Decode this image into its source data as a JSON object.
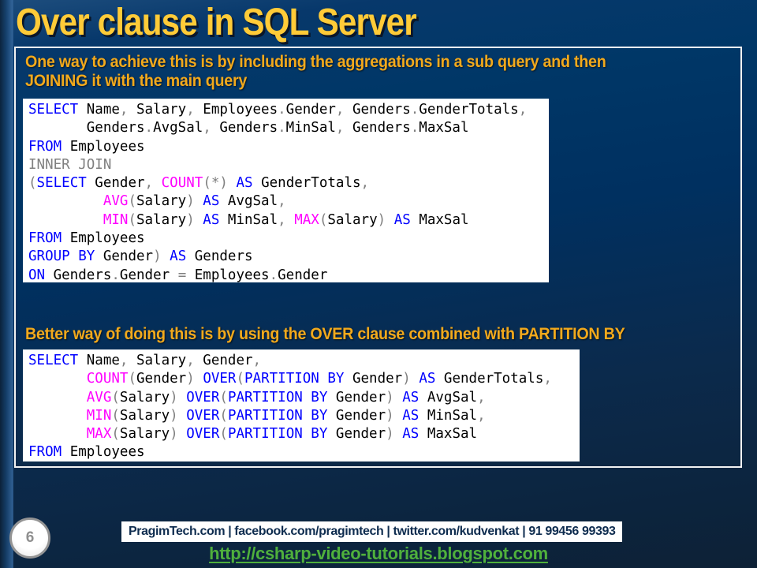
{
  "title": "Over clause in SQL Server",
  "colors": {
    "background_top": "#003767",
    "background_bottom": "#0d2136",
    "title_yellow": "#FFCB38",
    "body_amber": "#F2A91C",
    "code_keyword_blue": "#0000FF",
    "code_function_magenta": "#FF00FF",
    "code_gray": "#808080",
    "code_plain_black": "#000000",
    "code_background": "#FFFFFF",
    "box_border_white": "#F2F2F2",
    "footer_text_navy": "#0E2C4F",
    "link_green": "#4FB03C"
  },
  "content": {
    "para1_line1": "One way to achieve this is by including the aggregations in a sub query and then",
    "para1_line2": "JOINING it with the main query",
    "para2": "Better way of doing this is by using the OVER clause combined with PARTITION BY"
  },
  "code_blocks": [
    {
      "name": "subquery-join-example",
      "lines": [
        [
          {
            "t": "SELECT",
            "c": "kw"
          },
          {
            "t": " Name",
            "c": "tx"
          },
          {
            "t": ",",
            "c": "gy"
          },
          {
            "t": " Salary",
            "c": "tx"
          },
          {
            "t": ",",
            "c": "gy"
          },
          {
            "t": " Employees",
            "c": "tx"
          },
          {
            "t": ".",
            "c": "gy"
          },
          {
            "t": "Gender",
            "c": "tx"
          },
          {
            "t": ",",
            "c": "gy"
          },
          {
            "t": " Genders",
            "c": "tx"
          },
          {
            "t": ".",
            "c": "gy"
          },
          {
            "t": "GenderTotals",
            "c": "tx"
          },
          {
            "t": ",",
            "c": "gy"
          }
        ],
        [
          {
            "t": "       Genders",
            "c": "tx"
          },
          {
            "t": ".",
            "c": "gy"
          },
          {
            "t": "AvgSal",
            "c": "tx"
          },
          {
            "t": ",",
            "c": "gy"
          },
          {
            "t": " Genders",
            "c": "tx"
          },
          {
            "t": ".",
            "c": "gy"
          },
          {
            "t": "MinSal",
            "c": "tx"
          },
          {
            "t": ",",
            "c": "gy"
          },
          {
            "t": " Genders",
            "c": "tx"
          },
          {
            "t": ".",
            "c": "gy"
          },
          {
            "t": "MaxSal",
            "c": "tx"
          }
        ],
        [
          {
            "t": "FROM",
            "c": "kw"
          },
          {
            "t": " Employees",
            "c": "tx"
          }
        ],
        [
          {
            "t": "INNER JOIN",
            "c": "gy"
          }
        ],
        [
          {
            "t": "(",
            "c": "gy"
          },
          {
            "t": "SELECT",
            "c": "kw"
          },
          {
            "t": " Gender",
            "c": "tx"
          },
          {
            "t": ",",
            "c": "gy"
          },
          {
            "t": " ",
            "c": "tx"
          },
          {
            "t": "COUNT",
            "c": "fn"
          },
          {
            "t": "(*)",
            "c": "gy"
          },
          {
            "t": " ",
            "c": "tx"
          },
          {
            "t": "AS",
            "c": "kw"
          },
          {
            "t": " GenderTotals",
            "c": "tx"
          },
          {
            "t": ",",
            "c": "gy"
          }
        ],
        [
          {
            "t": "         ",
            "c": "tx"
          },
          {
            "t": "AVG",
            "c": "fn"
          },
          {
            "t": "(",
            "c": "gy"
          },
          {
            "t": "Salary",
            "c": "tx"
          },
          {
            "t": ")",
            "c": "gy"
          },
          {
            "t": " ",
            "c": "tx"
          },
          {
            "t": "AS",
            "c": "kw"
          },
          {
            "t": " AvgSal",
            "c": "tx"
          },
          {
            "t": ",",
            "c": "gy"
          }
        ],
        [
          {
            "t": "         ",
            "c": "tx"
          },
          {
            "t": "MIN",
            "c": "fn"
          },
          {
            "t": "(",
            "c": "gy"
          },
          {
            "t": "Salary",
            "c": "tx"
          },
          {
            "t": ")",
            "c": "gy"
          },
          {
            "t": " ",
            "c": "tx"
          },
          {
            "t": "AS",
            "c": "kw"
          },
          {
            "t": " MinSal",
            "c": "tx"
          },
          {
            "t": ",",
            "c": "gy"
          },
          {
            "t": " ",
            "c": "tx"
          },
          {
            "t": "MAX",
            "c": "fn"
          },
          {
            "t": "(",
            "c": "gy"
          },
          {
            "t": "Salary",
            "c": "tx"
          },
          {
            "t": ")",
            "c": "gy"
          },
          {
            "t": " ",
            "c": "tx"
          },
          {
            "t": "AS",
            "c": "kw"
          },
          {
            "t": " MaxSal",
            "c": "tx"
          }
        ],
        [
          {
            "t": "FROM",
            "c": "kw"
          },
          {
            "t": " Employees",
            "c": "tx"
          }
        ],
        [
          {
            "t": "GROUP BY",
            "c": "kw"
          },
          {
            "t": " Gender",
            "c": "tx"
          },
          {
            "t": ")",
            "c": "gy"
          },
          {
            "t": " ",
            "c": "tx"
          },
          {
            "t": "AS",
            "c": "kw"
          },
          {
            "t": " Genders",
            "c": "tx"
          }
        ],
        [
          {
            "t": "ON",
            "c": "kw"
          },
          {
            "t": " Genders",
            "c": "tx"
          },
          {
            "t": ".",
            "c": "gy"
          },
          {
            "t": "Gender ",
            "c": "tx"
          },
          {
            "t": "=",
            "c": "gy"
          },
          {
            "t": " Employees",
            "c": "tx"
          },
          {
            "t": ".",
            "c": "gy"
          },
          {
            "t": "Gender",
            "c": "tx"
          }
        ]
      ]
    },
    {
      "name": "over-partition-by-example",
      "lines": [
        [
          {
            "t": "SELECT",
            "c": "kw"
          },
          {
            "t": " Name",
            "c": "tx"
          },
          {
            "t": ",",
            "c": "gy"
          },
          {
            "t": " Salary",
            "c": "tx"
          },
          {
            "t": ",",
            "c": "gy"
          },
          {
            "t": " Gender",
            "c": "tx"
          },
          {
            "t": ",",
            "c": "gy"
          }
        ],
        [
          {
            "t": "       ",
            "c": "tx"
          },
          {
            "t": "COUNT",
            "c": "fn"
          },
          {
            "t": "(",
            "c": "gy"
          },
          {
            "t": "Gender",
            "c": "tx"
          },
          {
            "t": ")",
            "c": "gy"
          },
          {
            "t": " ",
            "c": "tx"
          },
          {
            "t": "OVER",
            "c": "kw"
          },
          {
            "t": "(",
            "c": "gy"
          },
          {
            "t": "PARTITION BY",
            "c": "kw"
          },
          {
            "t": " Gender",
            "c": "tx"
          },
          {
            "t": ")",
            "c": "gy"
          },
          {
            "t": " ",
            "c": "tx"
          },
          {
            "t": "AS",
            "c": "kw"
          },
          {
            "t": " GenderTotals",
            "c": "tx"
          },
          {
            "t": ",",
            "c": "gy"
          }
        ],
        [
          {
            "t": "       ",
            "c": "tx"
          },
          {
            "t": "AVG",
            "c": "fn"
          },
          {
            "t": "(",
            "c": "gy"
          },
          {
            "t": "Salary",
            "c": "tx"
          },
          {
            "t": ")",
            "c": "gy"
          },
          {
            "t": " ",
            "c": "tx"
          },
          {
            "t": "OVER",
            "c": "kw"
          },
          {
            "t": "(",
            "c": "gy"
          },
          {
            "t": "PARTITION BY",
            "c": "kw"
          },
          {
            "t": " Gender",
            "c": "tx"
          },
          {
            "t": ")",
            "c": "gy"
          },
          {
            "t": " ",
            "c": "tx"
          },
          {
            "t": "AS",
            "c": "kw"
          },
          {
            "t": " AvgSal",
            "c": "tx"
          },
          {
            "t": ",",
            "c": "gy"
          }
        ],
        [
          {
            "t": "       ",
            "c": "tx"
          },
          {
            "t": "MIN",
            "c": "fn"
          },
          {
            "t": "(",
            "c": "gy"
          },
          {
            "t": "Salary",
            "c": "tx"
          },
          {
            "t": ")",
            "c": "gy"
          },
          {
            "t": " ",
            "c": "tx"
          },
          {
            "t": "OVER",
            "c": "kw"
          },
          {
            "t": "(",
            "c": "gy"
          },
          {
            "t": "PARTITION BY",
            "c": "kw"
          },
          {
            "t": " Gender",
            "c": "tx"
          },
          {
            "t": ")",
            "c": "gy"
          },
          {
            "t": " ",
            "c": "tx"
          },
          {
            "t": "AS",
            "c": "kw"
          },
          {
            "t": " MinSal",
            "c": "tx"
          },
          {
            "t": ",",
            "c": "gy"
          }
        ],
        [
          {
            "t": "       ",
            "c": "tx"
          },
          {
            "t": "MAX",
            "c": "fn"
          },
          {
            "t": "(",
            "c": "gy"
          },
          {
            "t": "Salary",
            "c": "tx"
          },
          {
            "t": ")",
            "c": "gy"
          },
          {
            "t": " ",
            "c": "tx"
          },
          {
            "t": "OVER",
            "c": "kw"
          },
          {
            "t": "(",
            "c": "gy"
          },
          {
            "t": "PARTITION BY",
            "c": "kw"
          },
          {
            "t": " Gender",
            "c": "tx"
          },
          {
            "t": ")",
            "c": "gy"
          },
          {
            "t": " ",
            "c": "tx"
          },
          {
            "t": "AS",
            "c": "kw"
          },
          {
            "t": " MaxSal",
            "c": "tx"
          }
        ],
        [
          {
            "t": "FROM",
            "c": "kw"
          },
          {
            "t": " Employees",
            "c": "tx"
          }
        ]
      ]
    }
  ],
  "footer": {
    "slide_number": "6",
    "contact": "PragimTech.com | facebook.com/pragimtech | twitter.com/kudvenkat | 91 99456 99393",
    "link": "http://csharp-video-tutorials.blogspot.com"
  }
}
